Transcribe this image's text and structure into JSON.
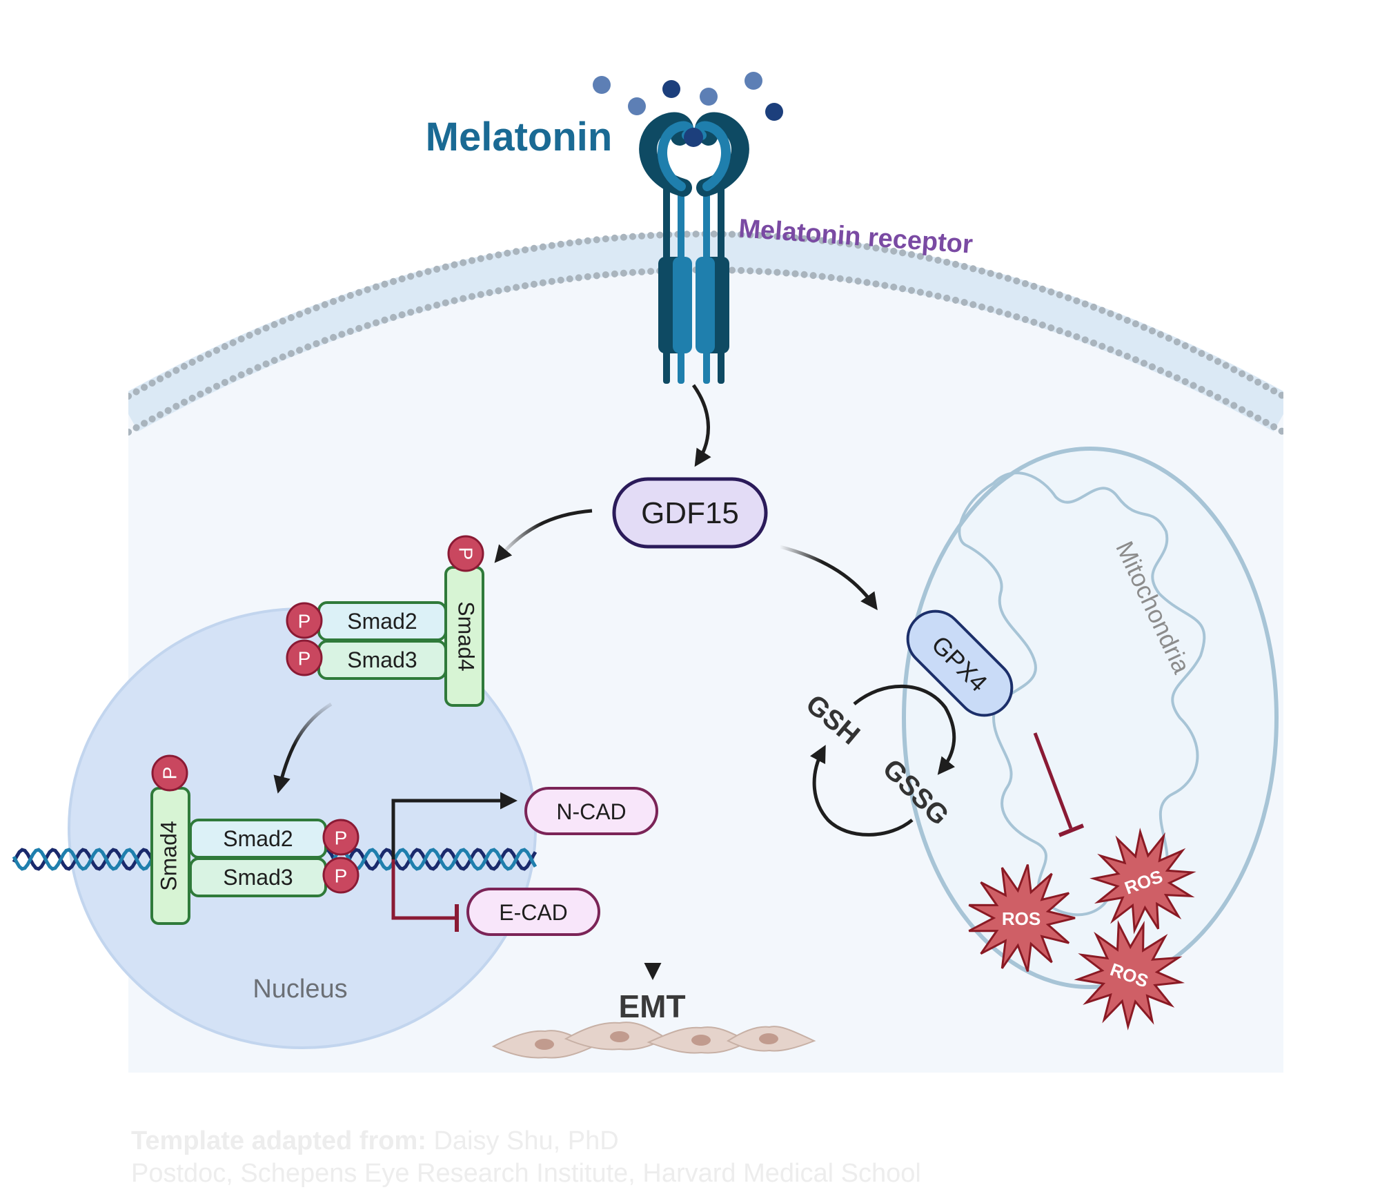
{
  "colors": {
    "cell_fill": "#f3f7fc",
    "membrane_head": "#a9b4bd",
    "receptor_dark": "#0e4a63",
    "receptor_light": "#1f7fad",
    "melatonin_text": "#1a6a94",
    "receptor_text": "#7a4aa3",
    "gdf15_fill": "#e3dcf6",
    "gdf15_stroke": "#2b1b5a",
    "nucleus_fill": "#d4e2f6",
    "smad2_fill": "#dcf1f7",
    "smad3_fill": "#d9f3e3",
    "smad4_fill": "#d7f4d4",
    "smad_stroke": "#2f7a3a",
    "phospho": "#c9475f",
    "cad_fill": "#f8e6fa",
    "cad_stroke": "#7b2457",
    "inhibit": "#8a1a34",
    "gpx4_fill": "#c9dbf7",
    "gpx4_stroke": "#1c2f6a",
    "mito_stroke": "#a7c4d6",
    "ros_fill": "#cf5f66",
    "ros_stroke": "#8a1a24",
    "emt_cell": "#e5d3cb"
  },
  "labels": {
    "melatonin": "Melatonin",
    "melatonin_receptor": "Melatonin receptor",
    "gdf15": "GDF15",
    "smad2": "Smad2",
    "smad3": "Smad3",
    "smad4": "Smad4",
    "phospho": "P",
    "ncad": "N-CAD",
    "ecad": "E-CAD",
    "nucleus": "Nucleus",
    "emt": "EMT",
    "gpx4": "GPX4",
    "gsh": "GSH",
    "gssg": "GSSG",
    "mitochondria": "Mitochondria",
    "ros": "ROS"
  },
  "footer": {
    "prefix": "Template adapted from:",
    "author": " Daisy Shu, PhD",
    "affiliation": "Postdoc, Schepens Eye Research Institute, Harvard Medical School"
  }
}
